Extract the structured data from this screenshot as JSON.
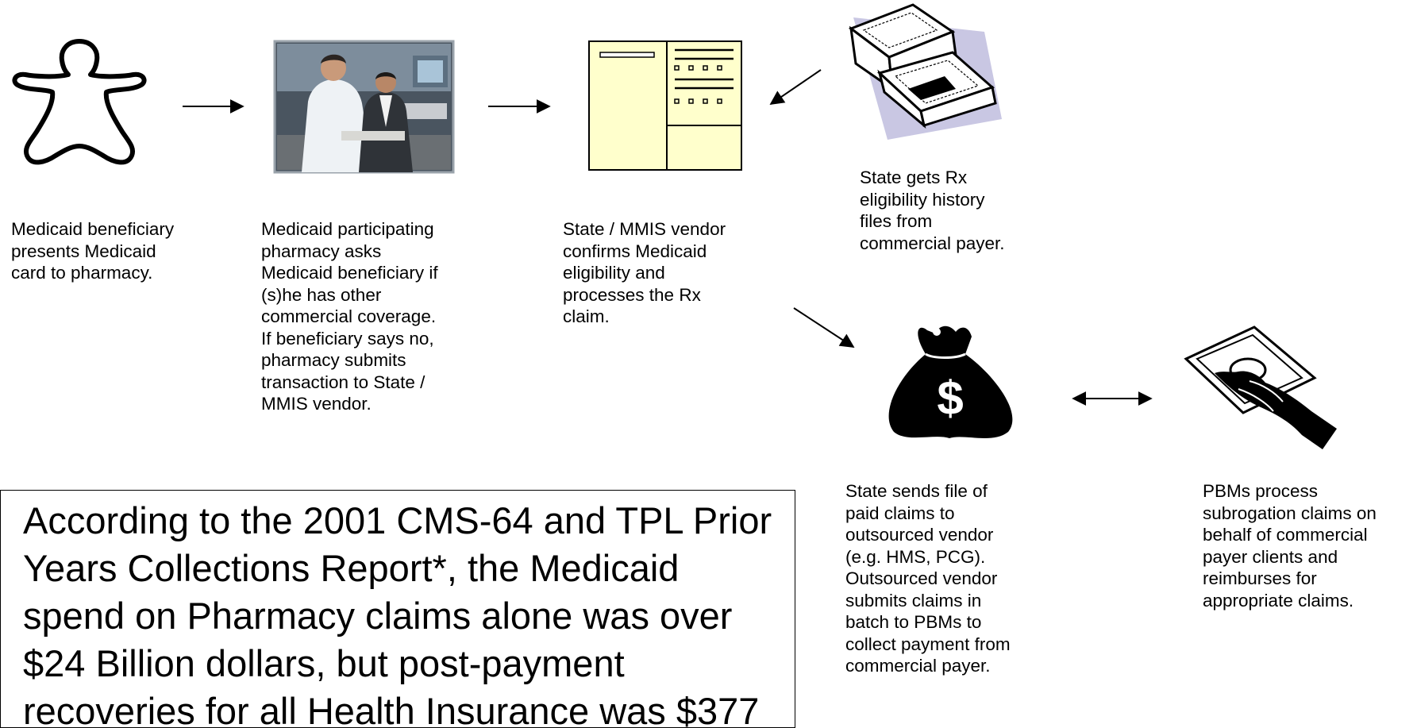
{
  "steps": [
    {
      "id": "beneficiary",
      "icon": "person-outline-icon",
      "caption": "Medicaid beneficiary\npresents Medicaid\ncard to pharmacy."
    },
    {
      "id": "pharmacy",
      "icon": "pharmacy-photo",
      "caption": "Medicaid participating\npharmacy asks\nMedicaid beneficiary if\n(s)he has other\ncommercial coverage.\nIf beneficiary says no,\npharmacy submits\ntransaction to State /\nMMIS vendor."
    },
    {
      "id": "mmis",
      "icon": "claim-form-icon",
      "caption": "State / MMIS vendor\nconfirms Medicaid\neligibility and\nprocesses the Rx\nclaim."
    },
    {
      "id": "eligibility",
      "icon": "floppy-disks-icon",
      "caption": "State gets Rx\neligibility history\nfiles from\ncommercial payer."
    },
    {
      "id": "vendor",
      "icon": "money-bag-icon",
      "caption": "State sends file of\npaid claims to\noutsourced vendor\n(e.g. HMS, PCG).\nOutsourced vendor\nsubmits claims in\nbatch to PBMs to\ncollect payment from\ncommercial payer."
    },
    {
      "id": "pbm",
      "icon": "hand-with-money-icon",
      "caption": "PBMs process\nsubrogation claims on\nbehalf of commercial\npayer clients and\nreimburses for\nappropriate claims."
    }
  ],
  "callout": {
    "text": "According to the 2001 CMS-64 and TPL Prior\nYears Collections Report*, the Medicaid\nspend on Pharmacy claims alone was over\n$24 Billion dollars, but post-payment\nrecoveries for all Health Insurance was $377"
  },
  "money_bag_symbol": "$",
  "colors": {
    "form_fill": "#FFFFCC",
    "ink": "#000000",
    "photo_bg": "#6b7c8c",
    "coat": "#e8eef2"
  }
}
